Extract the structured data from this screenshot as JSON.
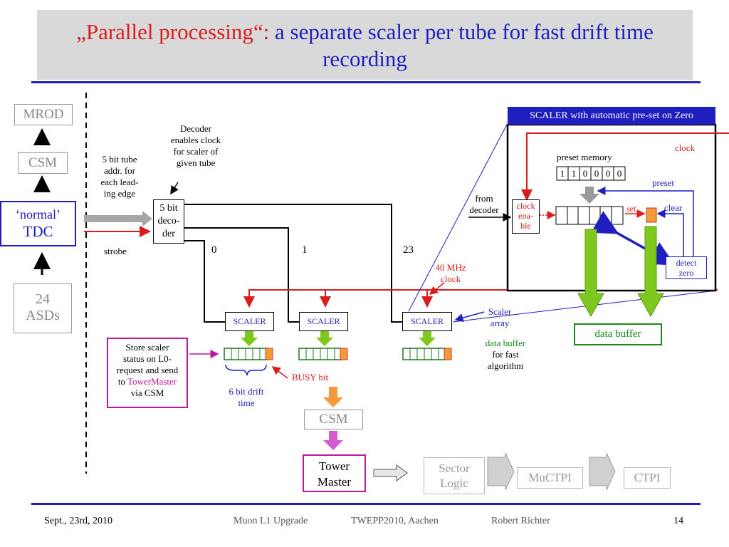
{
  "title": {
    "part1": "„Parallel processing“:",
    "part2": " a separate scaler per tube for fast drift time recording"
  },
  "left": {
    "mrod": "MROD",
    "csm": "CSM",
    "tdc_line1": "‘normal’",
    "tdc_line2": "TDC",
    "asds_line1": "24",
    "asds_line2": "ASDs",
    "tube_addr": [
      "5 bit tube",
      "addr. for",
      "each lead-",
      "ing edge"
    ],
    "strobe": "strobe"
  },
  "decoder": {
    "note": [
      "Decoder",
      "enables clock",
      "for scaler of",
      "given tube"
    ],
    "label": [
      "5 bit",
      "deco-",
      "der"
    ],
    "outputs": [
      "0",
      "1",
      "23"
    ]
  },
  "scalers": {
    "label": "SCALER",
    "clock_note": [
      "40 MHz",
      "clock"
    ],
    "array_note": [
      "Scaler",
      "array"
    ],
    "buffer_note_green": "data buffer",
    "buffer_note_black": [
      "for fast",
      "algorithm"
    ],
    "busy": "BUSY bit",
    "drift": [
      "6 bit drift",
      "time"
    ]
  },
  "store": {
    "lines": [
      "Store scaler",
      "status on L0-",
      "request and send",
      "to ",
      "TowerMaster",
      "via CSM"
    ]
  },
  "chain": {
    "csm": "CSM",
    "tower": [
      "Tower",
      "Master"
    ],
    "sector": [
      "Sector",
      "Logic"
    ],
    "muctpi": "MuCTPI",
    "ctpi": "CTPI"
  },
  "inset": {
    "header": "SCALER with automatic pre-set on Zero",
    "clock": "clock",
    "preset_memory": "preset memory",
    "bits": [
      "1",
      "1",
      "0",
      "0",
      "0",
      "0"
    ],
    "preset": "preset",
    "clear": "clear",
    "set": "set",
    "from_decoder": [
      "from",
      "decoder"
    ],
    "clock_enable": [
      "clock",
      "ena-",
      "ble"
    ],
    "detect_zero": [
      "detect",
      "zero"
    ],
    "data_buffer": "data buffer"
  },
  "footer": {
    "date": "Sept., 23rd, 2010",
    "event": "Muon L1 Upgrade",
    "venue": "TWEPP2010, Aachen",
    "author": "Robert Richter",
    "page": "14"
  },
  "colors": {
    "title_blue": "#1f1fbf",
    "title_red": "#d91c1c",
    "arrow_green": "#7ec81e",
    "busy_orange": "#f59a3b",
    "magenta": "#c0169c"
  }
}
